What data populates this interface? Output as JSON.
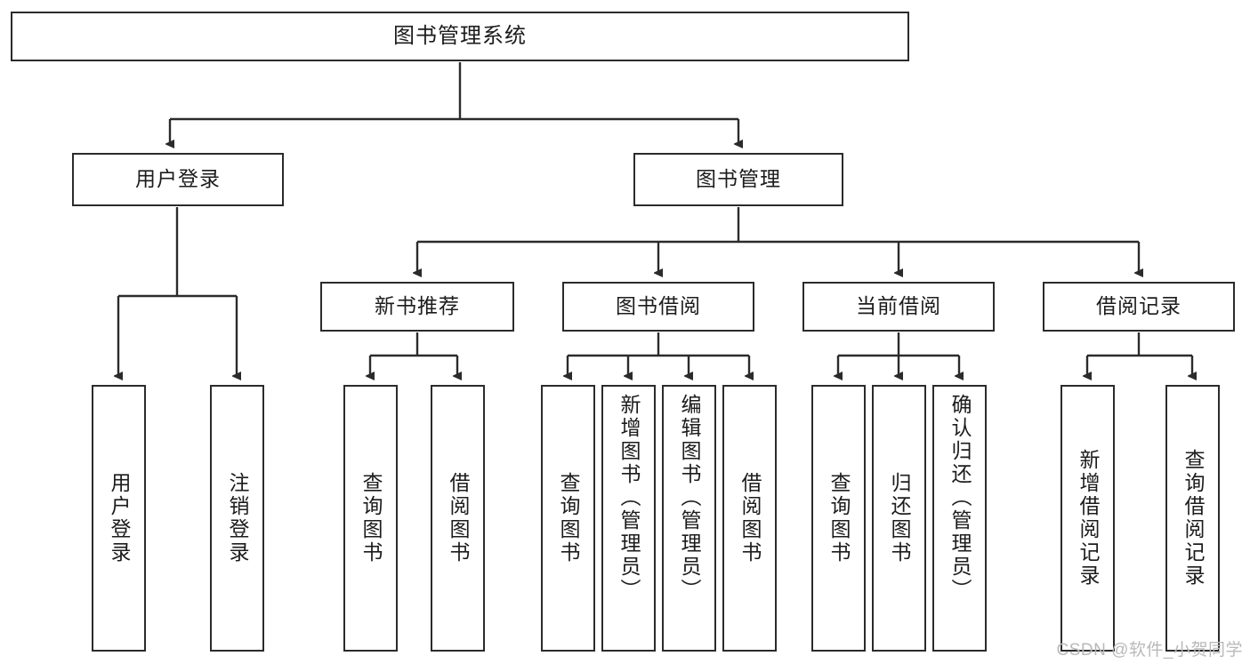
{
  "diagram": {
    "type": "tree",
    "title": "图书管理系统",
    "root": {
      "label": "图书管理系统"
    },
    "level1": [
      {
        "label": "用户登录"
      },
      {
        "label": "图书管理"
      }
    ],
    "level2": [
      {
        "label": "新书推荐"
      },
      {
        "label": "图书借阅"
      },
      {
        "label": "当前借阅"
      },
      {
        "label": "借阅记录"
      }
    ],
    "leaves": {
      "user_login": [
        {
          "label": "用户登录"
        },
        {
          "label": "注销登录"
        }
      ],
      "new_book_recommend": [
        {
          "label": "查询图书"
        },
        {
          "label": "借阅图书"
        }
      ],
      "book_borrow": [
        {
          "label": "查询图书"
        },
        {
          "label": "新增图书（管理员）"
        },
        {
          "label": "编辑图书（管理员）"
        },
        {
          "label": "借阅图书"
        }
      ],
      "current_borrow": [
        {
          "label": "查询图书"
        },
        {
          "label": "归还图书"
        },
        {
          "label": "确认归还（管理员）"
        }
      ],
      "borrow_record": [
        {
          "label": "新增借阅记录"
        },
        {
          "label": "查询借阅记录"
        }
      ]
    }
  },
  "watermark": {
    "text": "CSDN @软件_小贺同学"
  },
  "colors": {
    "stroke": "#2b2b2b",
    "background": "#ffffff",
    "text": "#1c1c1c",
    "watermark": "#b9b9b9"
  }
}
